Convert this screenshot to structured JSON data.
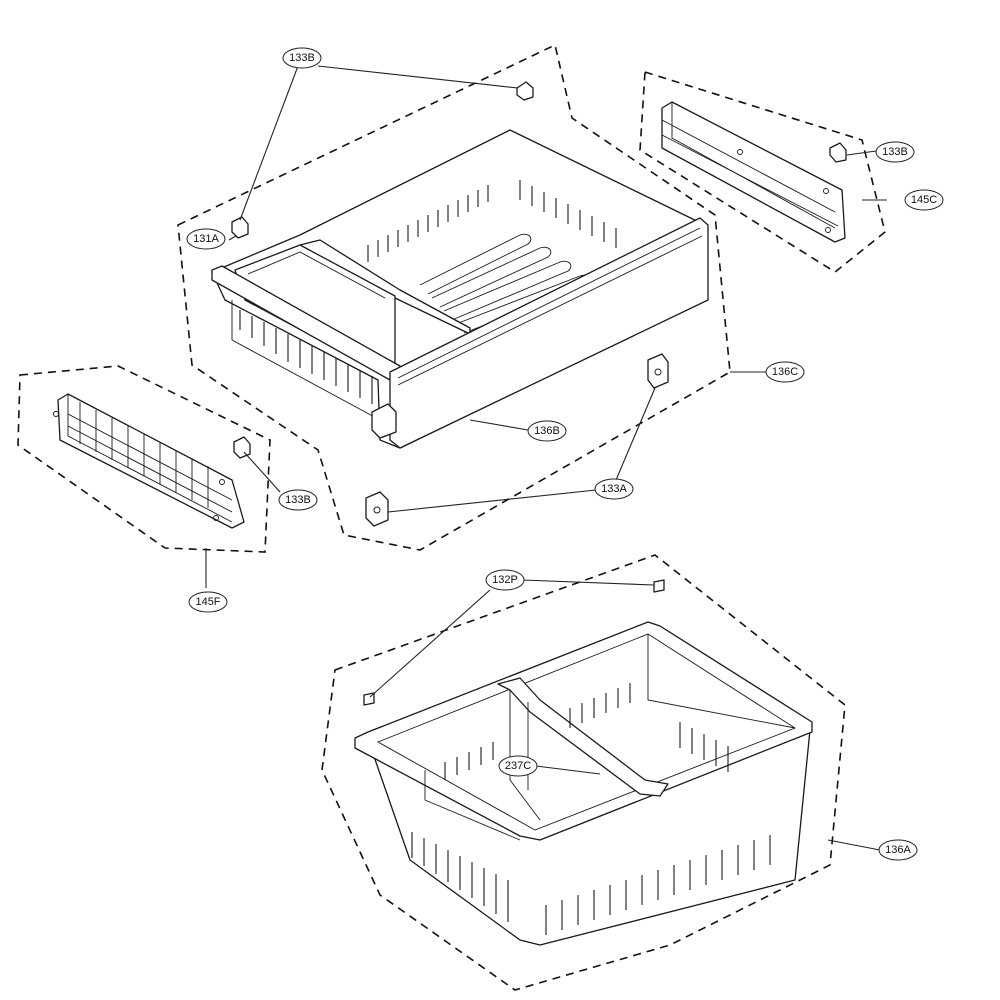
{
  "diagram": {
    "labels": [
      {
        "id": "133B_top",
        "text": "133B"
      },
      {
        "id": "133B_right",
        "text": "133B"
      },
      {
        "id": "145C",
        "text": "145C"
      },
      {
        "id": "131A",
        "text": "131A"
      },
      {
        "id": "136C",
        "text": "136C"
      },
      {
        "id": "136B",
        "text": "136B"
      },
      {
        "id": "133A",
        "text": "133A"
      },
      {
        "id": "133B_left",
        "text": "133B"
      },
      {
        "id": "145F",
        "text": "145F"
      },
      {
        "id": "132P",
        "text": "132P"
      },
      {
        "id": "237C",
        "text": "237C"
      },
      {
        "id": "136A",
        "text": "136A"
      }
    ]
  }
}
